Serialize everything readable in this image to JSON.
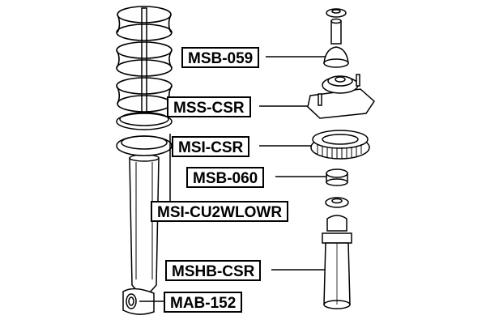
{
  "diagram": {
    "labels": {
      "msb059": "MSB-059",
      "msscsr": "MSS-CSR",
      "msicsr": "MSI-CSR",
      "msb060": "MSB-060",
      "msicu2": "MSI-CU2WLOWR",
      "mshbcsr": "MSHB-CSR",
      "mab152": "MAB-152"
    }
  }
}
